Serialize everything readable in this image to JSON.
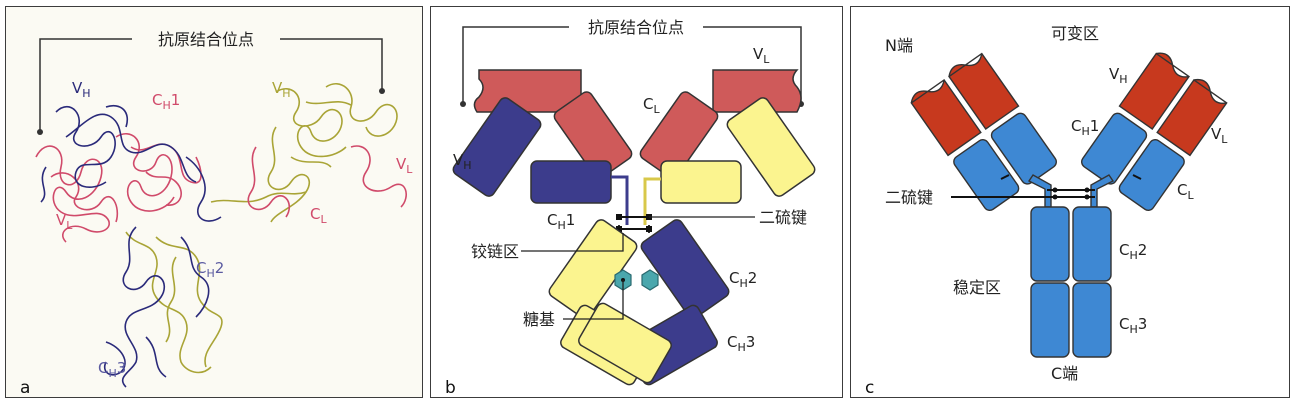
{
  "colors": {
    "heavy_chain_navy": "#3c3c8c",
    "variable_red": "#cf5a5a",
    "light_chain_yellow": "#fbf48f",
    "c_red": "#c7391e",
    "c_blue": "#3e88d3",
    "sugar_teal": "#4aa7ad",
    "ribbon_pink": "#d04a6a",
    "ribbon_navy": "#2a2a7a",
    "ribbon_olive": "#a9a436"
  },
  "panel_a": {
    "letter": "a",
    "antigen_site": "抗原结合位点",
    "vh_left": "V<sub>H</sub>",
    "vh_left_main": "V",
    "vh_left_sub": "H",
    "ch1_main": "C",
    "ch1_sub": "H",
    "ch1_num": "1",
    "vh_right_main": "V",
    "vh_right_sub": "H",
    "vl_left_main": "V",
    "vl_left_sub": "L",
    "vl_right_main": "V",
    "vl_right_sub": "L",
    "cl_main": "C",
    "cl_sub": "L",
    "ch2_main": "C",
    "ch2_sub": "H",
    "ch2_num": "2",
    "ch3_main": "C",
    "ch3_sub": "H",
    "ch3_num": "3"
  },
  "panel_b": {
    "letter": "b",
    "antigen_site": "抗原结合位点",
    "vl_main": "V",
    "vl_sub": "L",
    "cl_main": "C",
    "cl_sub": "L",
    "vh_main": "V",
    "vh_sub": "H",
    "ch1_main": "C",
    "ch1_sub": "H",
    "ch1_num": "1",
    "disulfide": "二硫键",
    "hinge": "铰链区",
    "ch2_main": "C",
    "ch2_sub": "H",
    "ch2_num": "2",
    "sugar": "糖基",
    "ch3_main": "C",
    "ch3_sub": "H",
    "ch3_num": "3"
  },
  "panel_c": {
    "letter": "c",
    "n_term": "N端",
    "variable_region": "可变区",
    "vh_main": "V",
    "vh_sub": "H",
    "ch1_main": "C",
    "ch1_sub": "H",
    "ch1_num": "1",
    "vl_main": "V",
    "vl_sub": "L",
    "cl_main": "C",
    "cl_sub": "L",
    "disulfide": "二硫键",
    "ch2_main": "C",
    "ch2_sub": "H",
    "ch2_num": "2",
    "constant_region": "稳定区",
    "ch3_main": "C",
    "ch3_sub": "H",
    "ch3_num": "3",
    "c_term": "C端"
  }
}
